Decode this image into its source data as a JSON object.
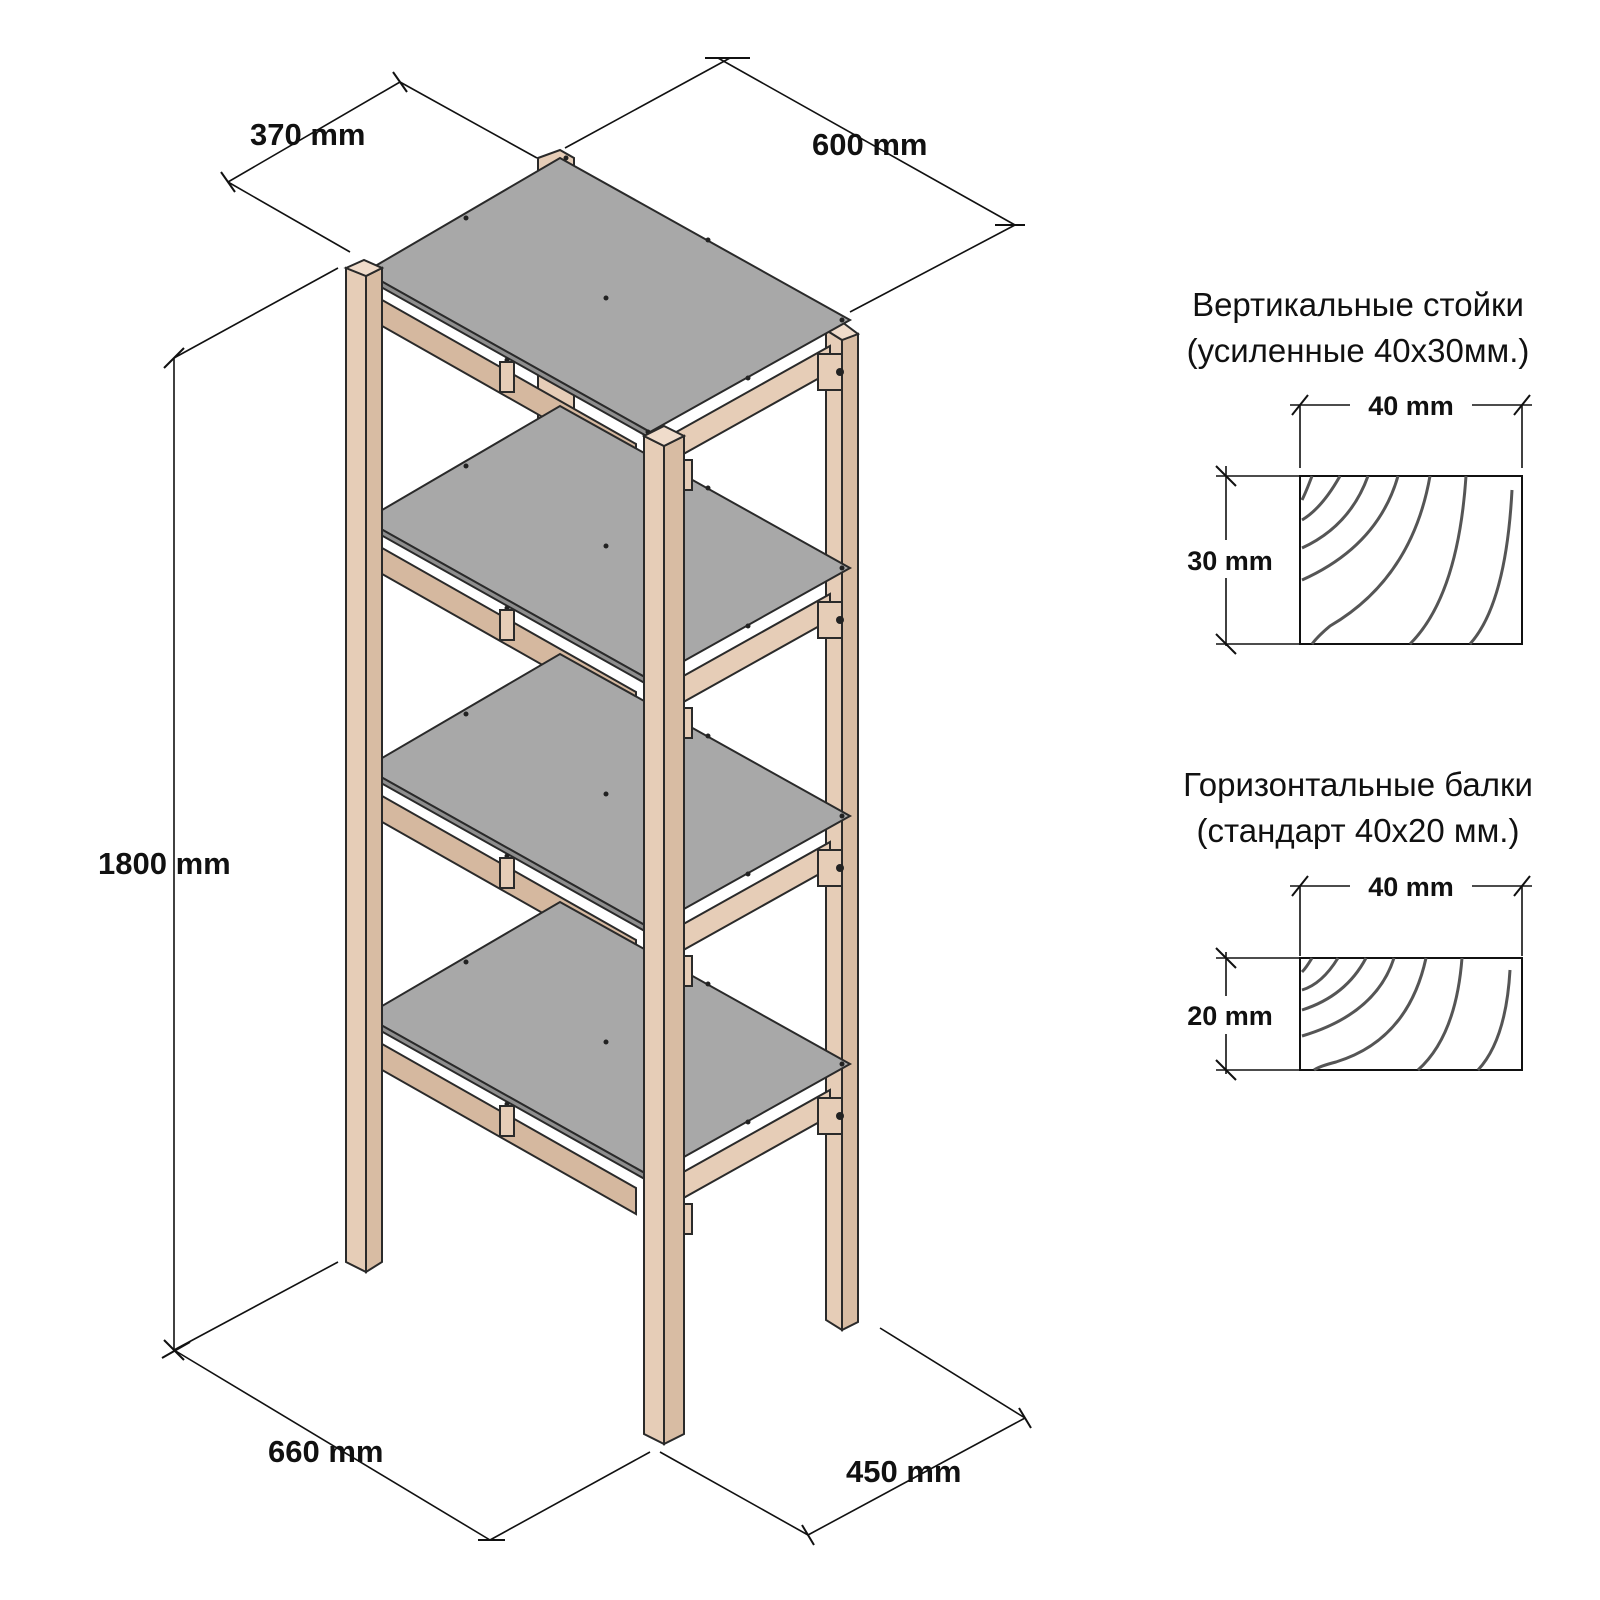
{
  "dimensions": {
    "depth_top": "370 mm",
    "width_top": "600 mm",
    "height": "1800 mm",
    "depth_bottom": "660 mm",
    "width_bottom": "450 mm"
  },
  "posts_section": {
    "title": "Вертикальные стойки",
    "subtitle": "(усиленные 40х30мм.)",
    "width_label": "40 mm",
    "height_label": "30 mm"
  },
  "beams_section": {
    "title": "Горизонтальные балки",
    "subtitle": "(стандарт 40х20 мм.)",
    "width_label": "40 mm",
    "height_label": "20 mm"
  },
  "colors": {
    "wood": "#e6cdb7",
    "shelf": "#a8a8a8"
  }
}
